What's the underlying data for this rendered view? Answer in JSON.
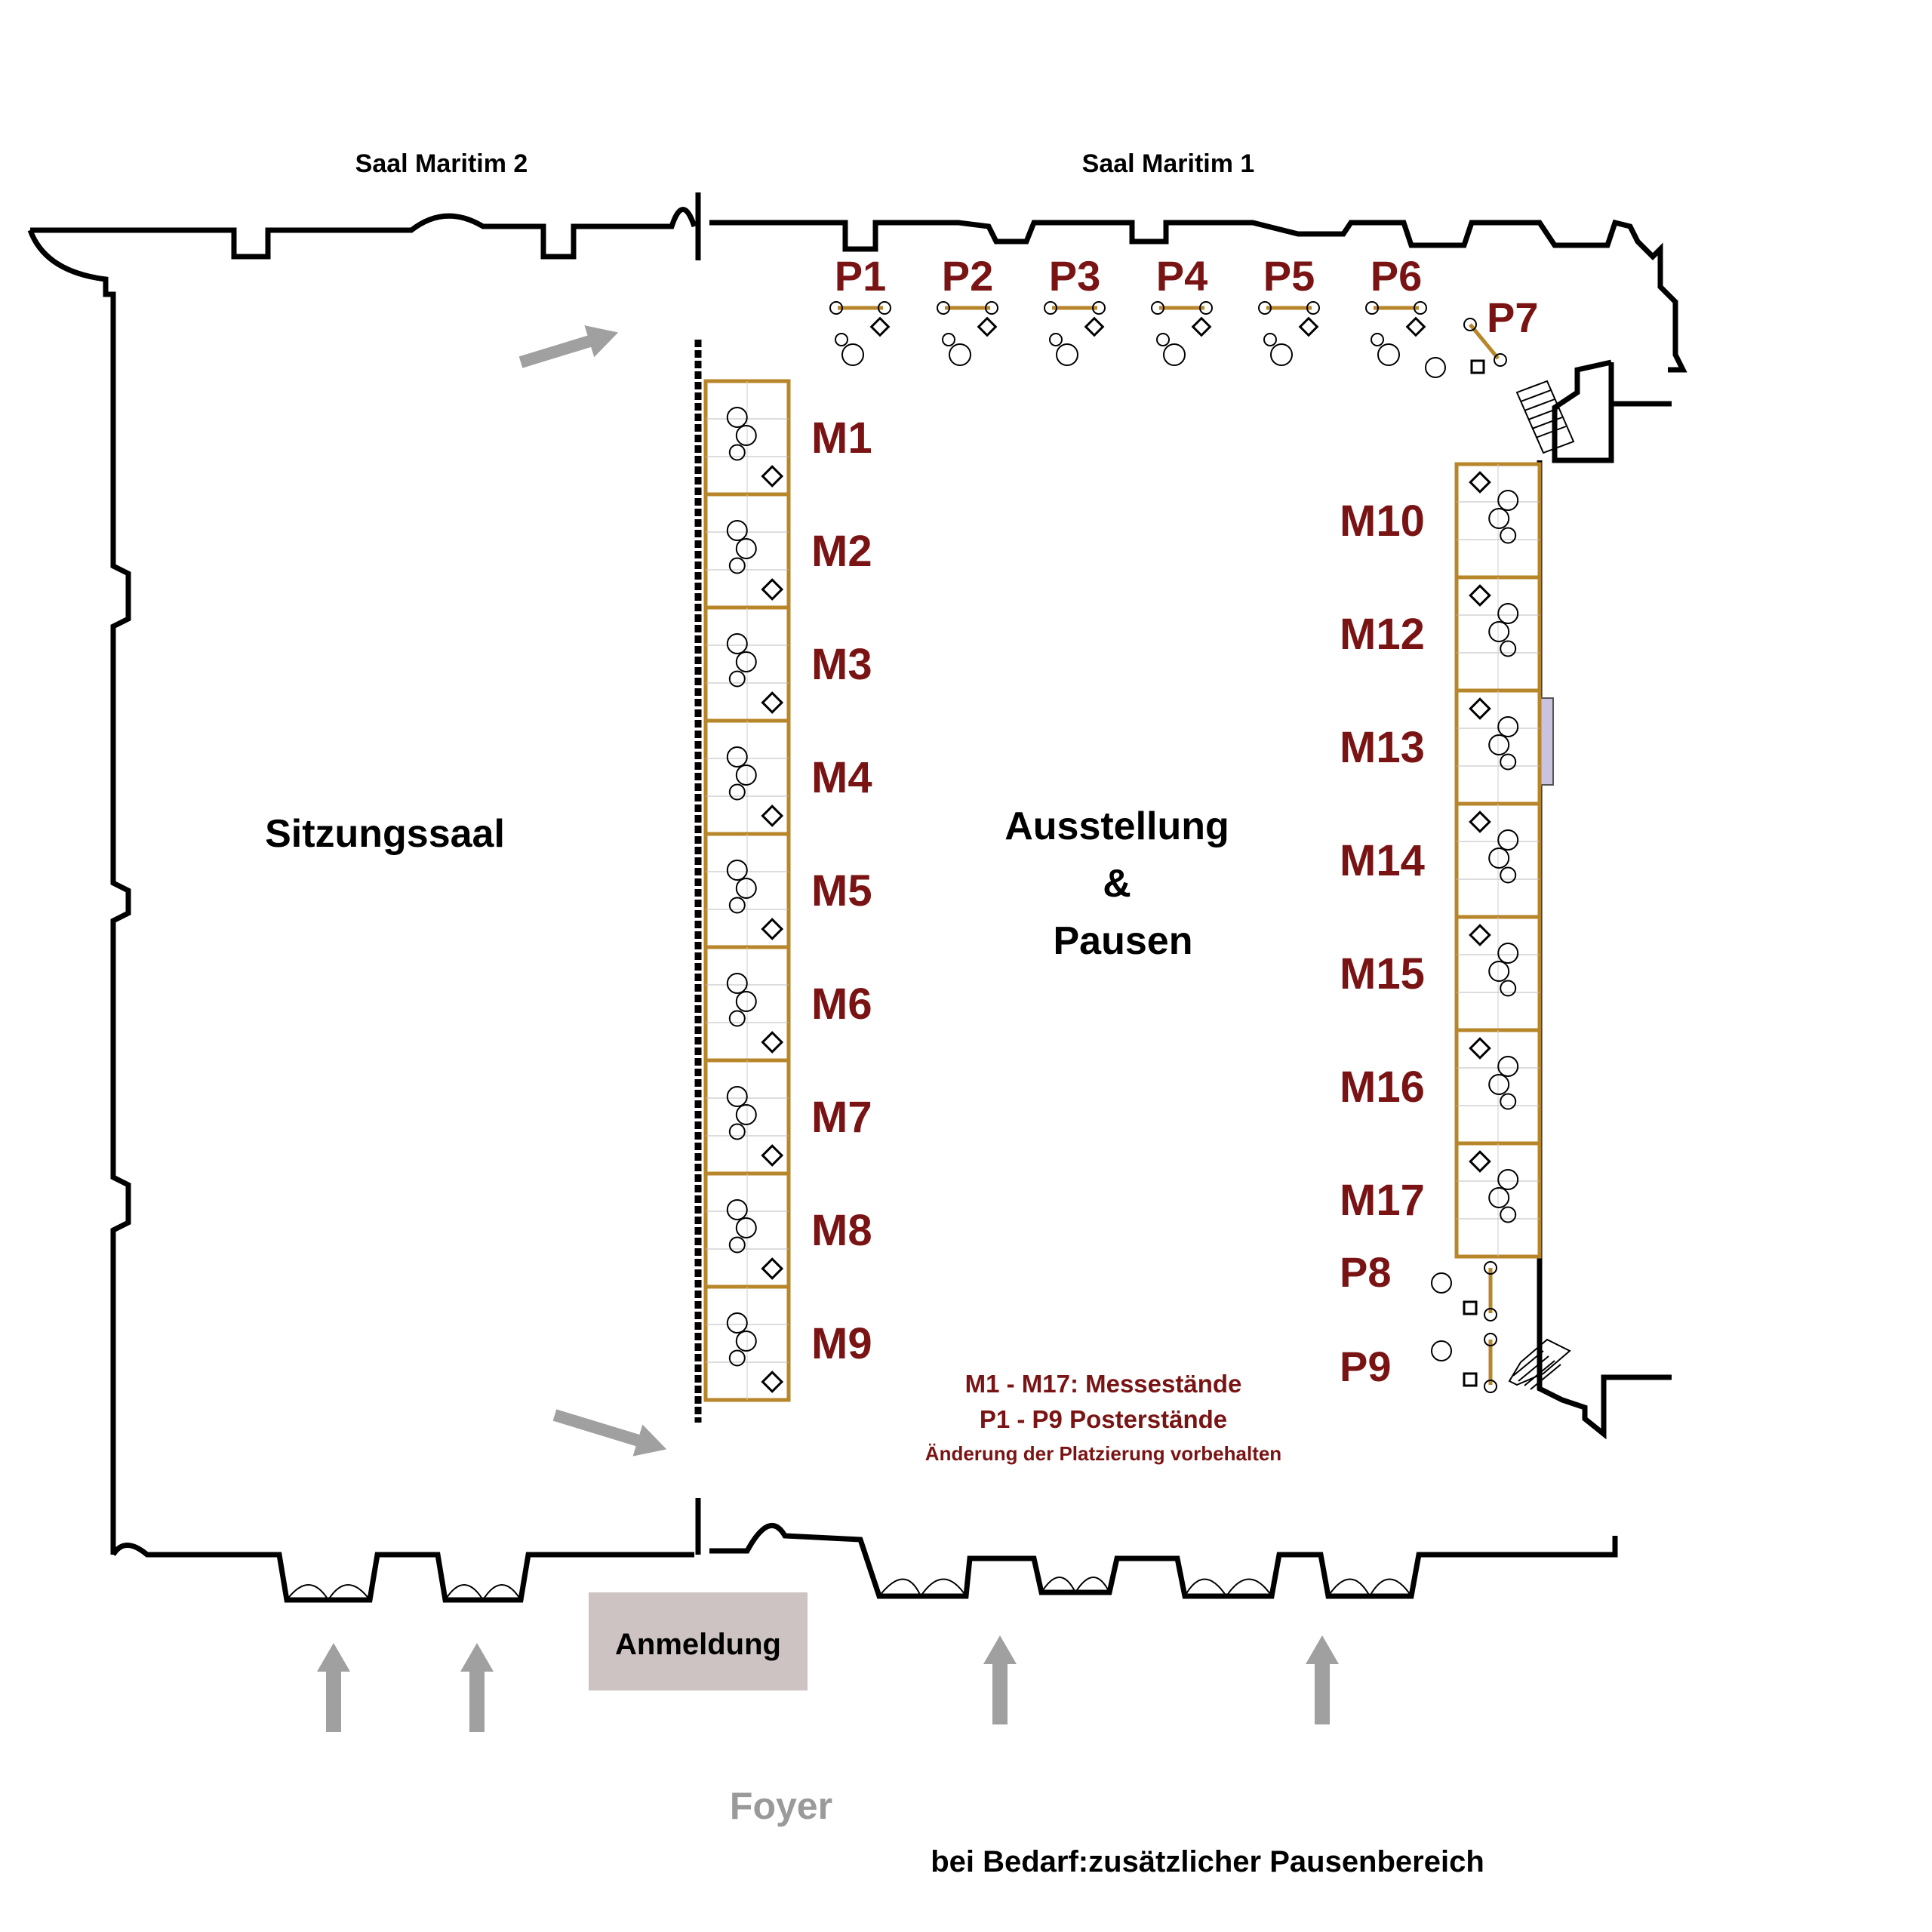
{
  "rooms": {
    "maritim2": "Saal Maritim 2",
    "maritim1": "Saal Maritim 1",
    "sitzungssaal": "Sitzungssaal",
    "ausstellung_line1": "Ausstellung",
    "ausstellung_line2": "&",
    "ausstellung_line3": "Pausen",
    "anmeldung": "Anmeldung",
    "foyer": "Foyer",
    "zusatz": "bei Bedarf:zusätzlicher Pausenbereich"
  },
  "legend": {
    "line1": "M1 - M17: Messestände",
    "line2": "P1 - P9 Posterstände",
    "line3": "Änderung der Platzierung vorbehalten"
  },
  "stands_left": [
    "M1",
    "M2",
    "M3",
    "M4",
    "M5",
    "M6",
    "M7",
    "M8",
    "M9"
  ],
  "stands_right": [
    "M10",
    "M12",
    "M13",
    "M14",
    "M15",
    "M16",
    "M17"
  ],
  "posters_top": [
    "P1",
    "P2",
    "P3",
    "P4",
    "P5",
    "P6"
  ],
  "poster_p7": "P7",
  "poster_p8": "P8",
  "poster_p9": "P9",
  "colors": {
    "stand_label": "#7a1414",
    "stand_border": "#b8862a",
    "wall": "#000000",
    "arrow": "#a0a0a0",
    "anmeldung_bg": "#cdc3c3",
    "foyer_text": "#9a9a9a"
  },
  "icons": [
    "entrance-arrow-icon",
    "table-icon",
    "chair-icon",
    "stairs-icon"
  ]
}
